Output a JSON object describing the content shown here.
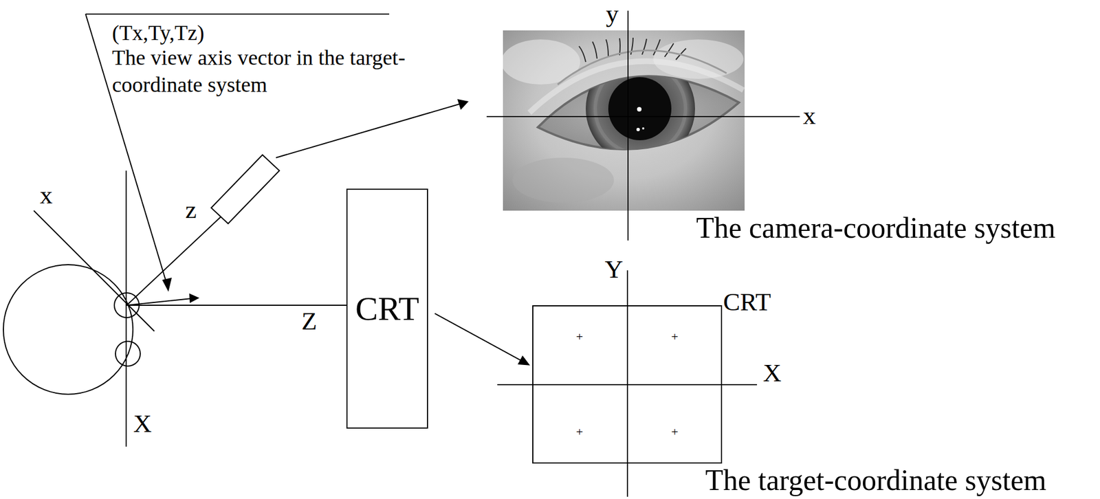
{
  "diagram": {
    "nodes": [
      {
        "text": [
          "CRT"
        ]
      },
      {
        "text": [
          "CRT"
        ]
      }
    ],
    "edges": [
      {
        "from": 0,
        "to": 1,
        "arrow": "to"
      }
    ],
    "labels": [
      "(Tx,Ty,Tz)",
      "The view axis vector in the target-coordinate system",
      "y",
      "x",
      "The camera-coordinate system",
      "x",
      "z",
      "Z",
      "X",
      "Y",
      "X",
      "The target-coordinate system",
      "+",
      "+",
      "+",
      "+"
    ]
  }
}
